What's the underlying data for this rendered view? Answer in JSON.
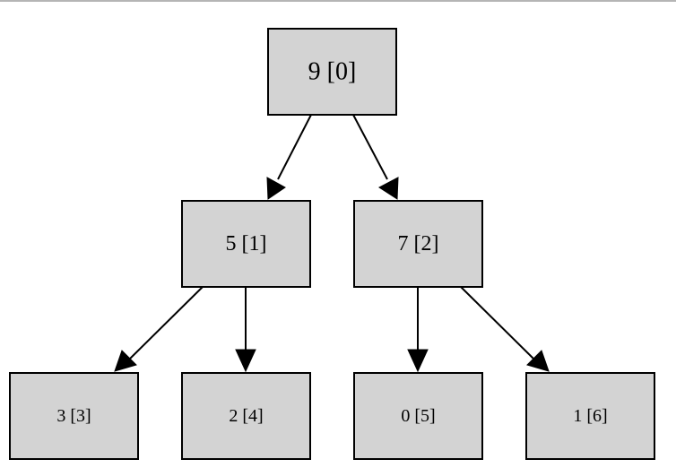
{
  "tree": {
    "nodes": [
      {
        "id": "n0",
        "label": "9 [0]"
      },
      {
        "id": "n1",
        "label": "5 [1]"
      },
      {
        "id": "n2",
        "label": "7 [2]"
      },
      {
        "id": "n3",
        "label": "3 [3]"
      },
      {
        "id": "n4",
        "label": "2 [4]"
      },
      {
        "id": "n5",
        "label": "0 [5]"
      },
      {
        "id": "n6",
        "label": "1 [6]"
      }
    ],
    "edges": [
      {
        "from": "n0",
        "to": "n1"
      },
      {
        "from": "n0",
        "to": "n2"
      },
      {
        "from": "n1",
        "to": "n3"
      },
      {
        "from": "n1",
        "to": "n4"
      },
      {
        "from": "n2",
        "to": "n5"
      },
      {
        "from": "n2",
        "to": "n6"
      }
    ],
    "colors": {
      "node_fill": "#d3d3d3",
      "node_stroke": "#000000",
      "edge": "#000000"
    }
  }
}
